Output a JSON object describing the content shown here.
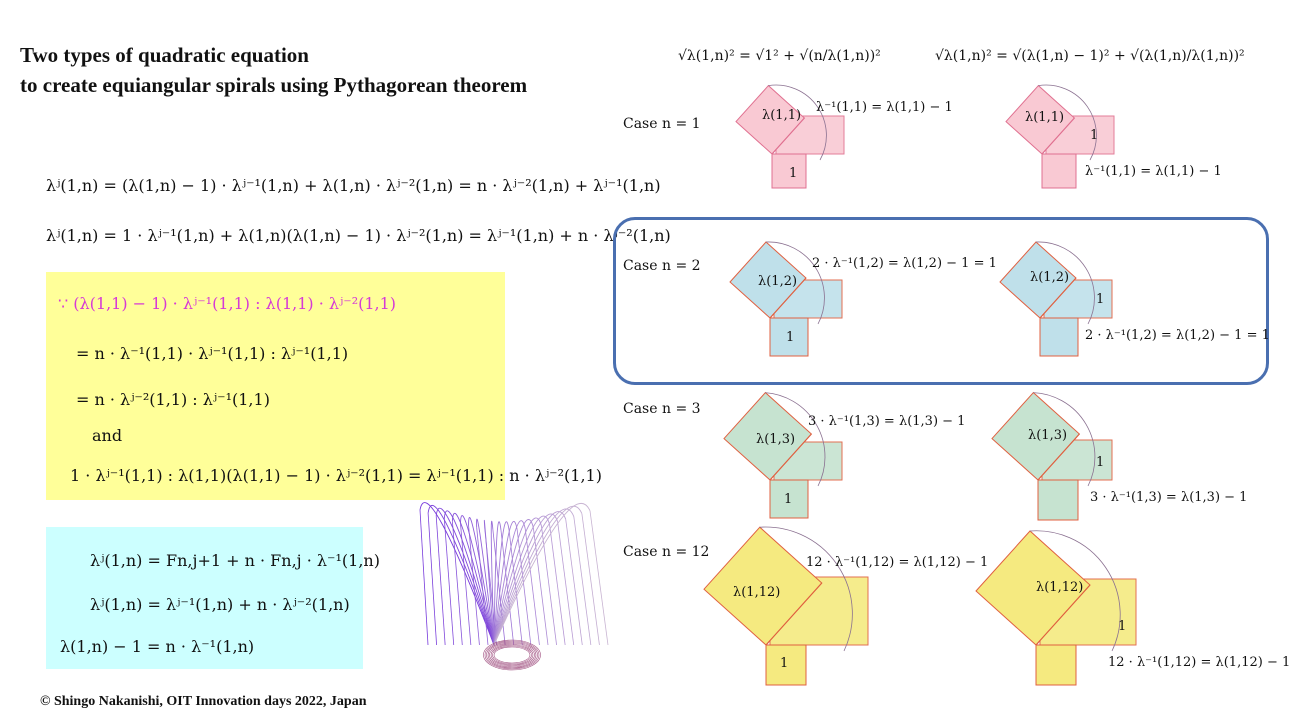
{
  "title": {
    "line1": "Two types of quadratic equation",
    "line2": "to create equiangular spirals using Pythagorean theorem"
  },
  "copyright": "© Shingo Nakanishi, OIT Innovation  days 2022, Japan",
  "top_formulas": {
    "left": "√λ(1,n)² = √1² + √(n/λ(1,n))²",
    "right": "√λ(1,n)² = √(λ(1,n) − 1)² + √(λ(1,n)/λ(1,n))²"
  },
  "main_equations": {
    "eq1": "λʲ(1,n) = (λ(1,n) − 1) · λʲ⁻¹(1,n) + λ(1,n) · λʲ⁻²(1,n) = n · λʲ⁻²(1,n) + λʲ⁻¹(1,n)",
    "eq2": "λʲ(1,n) = 1 · λʲ⁻¹(1,n) + λ(1,n)(λ(1,n) − 1) · λʲ⁻²(1,n) = λʲ⁻¹(1,n) + n · λʲ⁻²(1,n)"
  },
  "yellow_box": {
    "line1": "∵ (λ(1,1) − 1) · λʲ⁻¹(1,1) : λ(1,1) · λʲ⁻²(1,1)",
    "line2": "= n · λ⁻¹(1,1) · λʲ⁻¹(1,1) :  λʲ⁻¹(1,1)",
    "line3": "= n · λʲ⁻²(1,1) :  λʲ⁻¹(1,1)",
    "line4": "and",
    "line5": "1 · λʲ⁻¹(1,1) : λ(1,1)(λ(1,1) − 1) · λʲ⁻²(1,1) = λʲ⁻¹(1,1) : n · λʲ⁻²(1,1)"
  },
  "cyan_box": {
    "line1": "λʲ(1,n) = Fn,j+1 + n · Fn,j · λ⁻¹(1,n)",
    "line2": "λʲ(1,n) = λʲ⁻¹(1,n) + n · λʲ⁻²(1,n)",
    "line3": "λ(1,n) − 1 = n · λ⁻¹(1,n)"
  },
  "cases": [
    {
      "label": "Case n = 1",
      "left_lambda": "λ(1,1)",
      "left_unit": "1",
      "left_eq": "λ⁻¹(1,1) = λ(1,1) − 1",
      "right_lambda": "λ(1,1)",
      "right_unit": "1",
      "right_eq": "λ⁻¹(1,1) = λ(1,1) − 1",
      "color": "#f9c9d3",
      "stroke": "#e07090"
    },
    {
      "label": "Case n = 2",
      "left_lambda": "λ(1,2)",
      "left_unit": "1",
      "left_eq": "2 · λ⁻¹(1,2) = λ(1,2) − 1 = 1",
      "right_lambda": "λ(1,2)",
      "right_unit": "1",
      "right_eq": "2 · λ⁻¹(1,2) = λ(1,2) − 1 = 1",
      "color": "#bfe0ea",
      "stroke": "#e06040"
    },
    {
      "label": "Case n = 3",
      "left_lambda": "λ(1,3)",
      "left_unit": "1",
      "left_eq": "3 · λ⁻¹(1,3) = λ(1,3) − 1",
      "right_lambda": "λ(1,3)",
      "right_unit": "1",
      "right_eq": "3 · λ⁻¹(1,3) = λ(1,3) − 1",
      "color": "#c6e3d0",
      "stroke": "#e06040"
    },
    {
      "label": "Case n = 12",
      "left_lambda": "λ(1,12)",
      "left_unit": "1",
      "left_eq": "12 · λ⁻¹(1,12) = λ(1,12) − 1",
      "right_lambda": "λ(1,12)",
      "right_unit": "1",
      "right_eq": "12 · λ⁻¹(1,12) = λ(1,12) − 1",
      "color": "#f5ea80",
      "stroke": "#e06040"
    }
  ]
}
